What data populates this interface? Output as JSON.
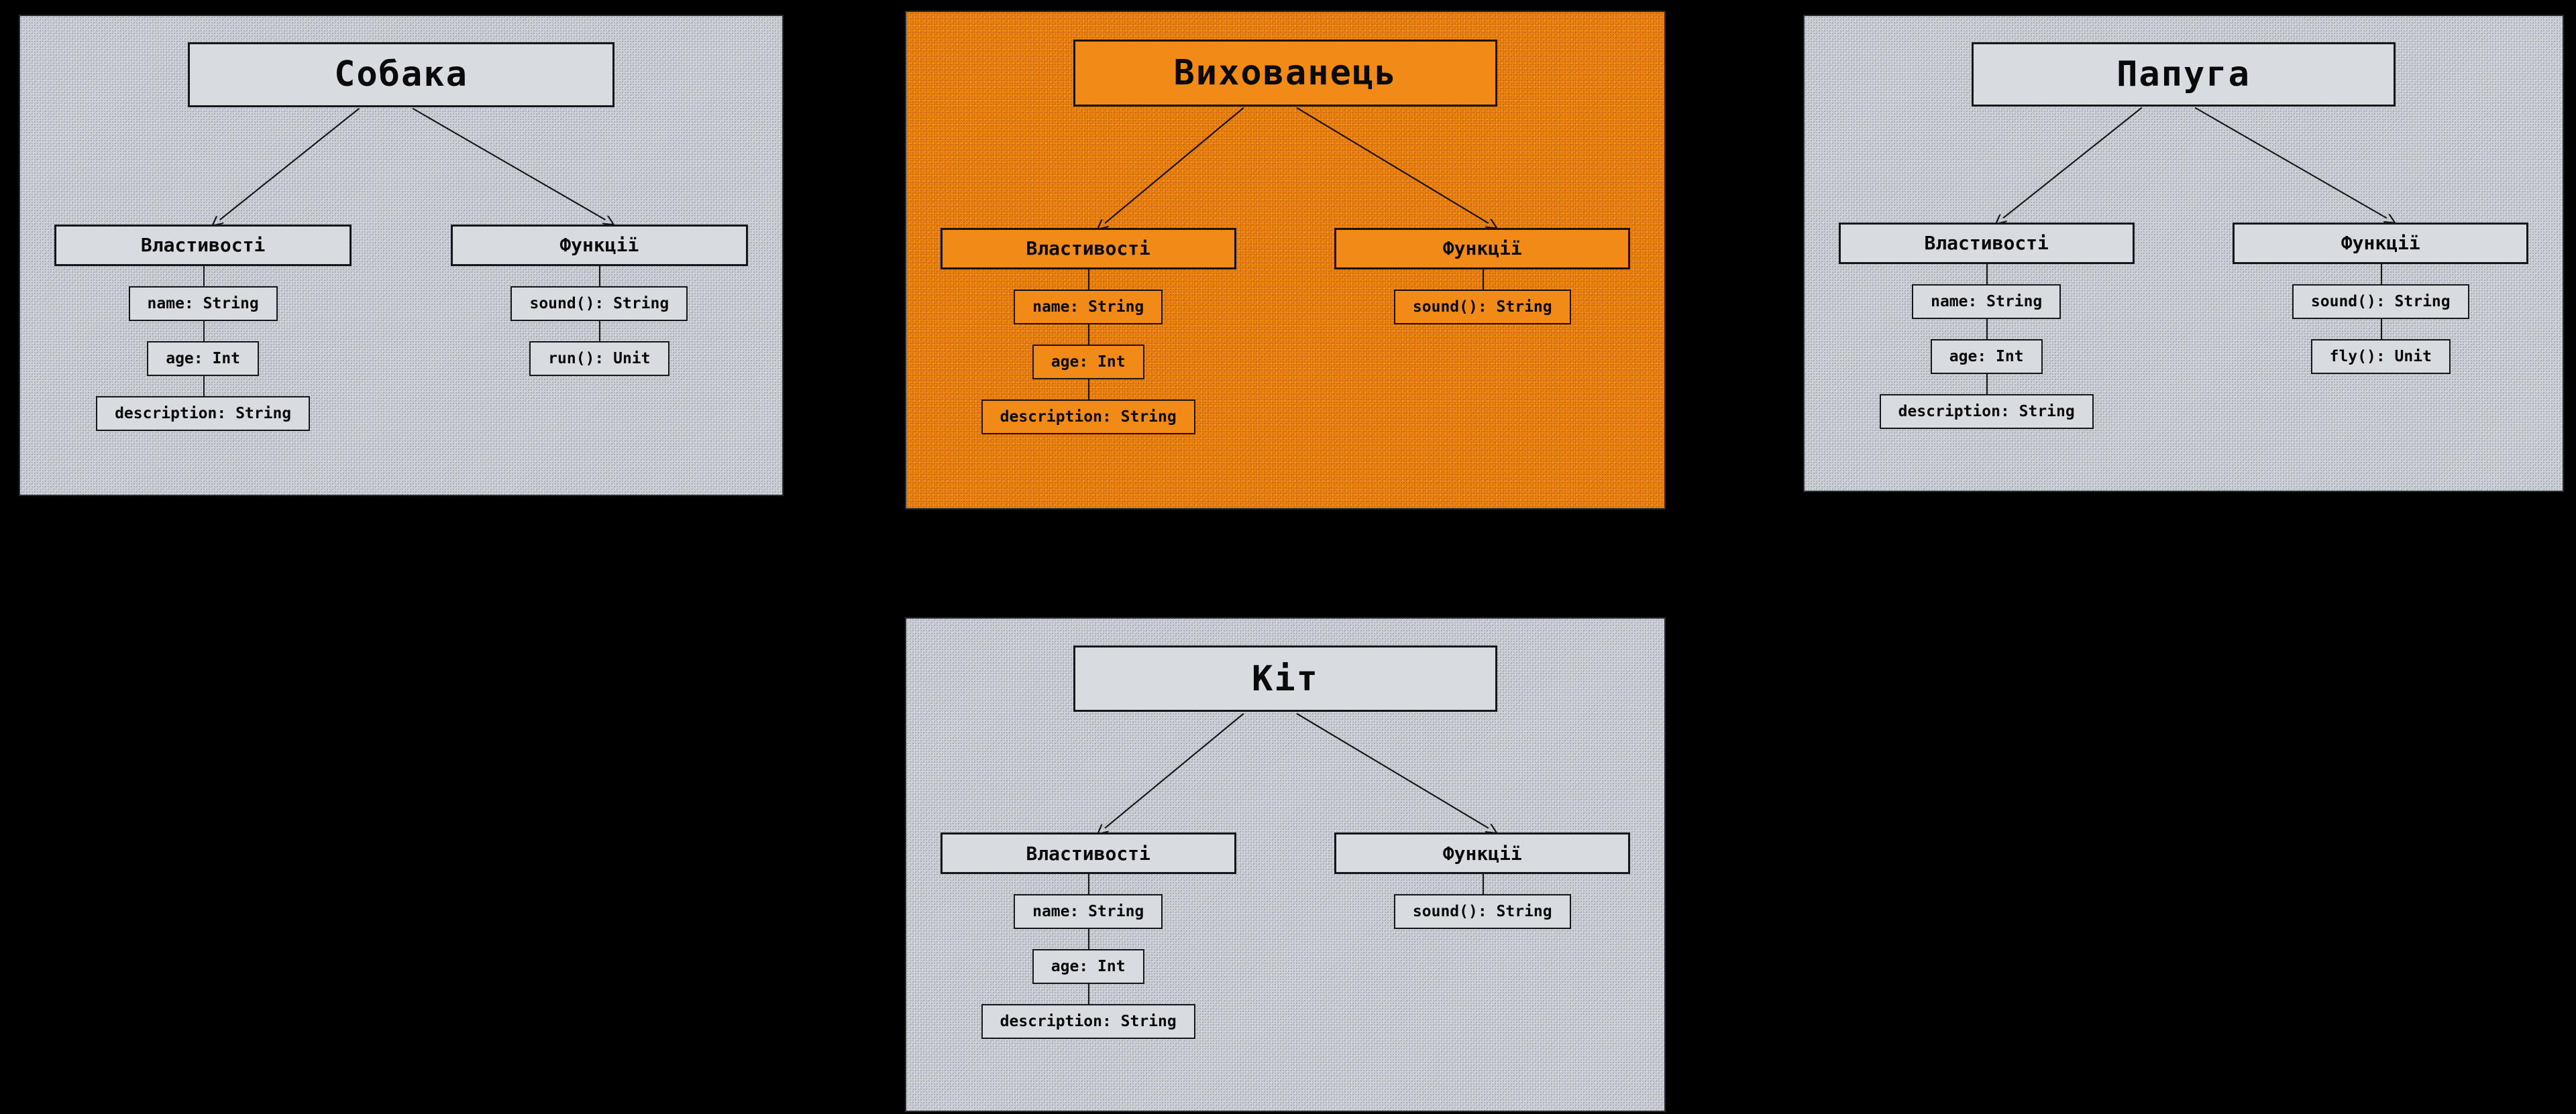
{
  "colors": {
    "page_background": "#000000",
    "panel_gray": "#ced3da",
    "panel_orange": "#f0820f",
    "box_border": "#15181b",
    "text": "#0a0a0a"
  },
  "panels": [
    {
      "title": "Собака",
      "theme": "gray",
      "properties_label": "Властивості",
      "functions_label": "Функції",
      "properties": [
        "name: String",
        "age: Int",
        "description: String"
      ],
      "functions": [
        "sound(): String",
        "run(): Unit"
      ]
    },
    {
      "title": "Вихованець",
      "theme": "orange",
      "properties_label": "Властивості",
      "functions_label": "Функції",
      "properties": [
        "name: String",
        "age: Int",
        "description: String"
      ],
      "functions": [
        "sound(): String"
      ]
    },
    {
      "title": "Папуга",
      "theme": "gray",
      "properties_label": "Властивості",
      "functions_label": "Функції",
      "properties": [
        "name: String",
        "age: Int",
        "description: String"
      ],
      "functions": [
        "sound(): String",
        "fly(): Unit"
      ]
    },
    {
      "title": "Кіт",
      "theme": "gray",
      "properties_label": "Властивості",
      "functions_label": "Функції",
      "properties": [
        "name: String",
        "age: Int",
        "description: String"
      ],
      "functions": [
        "sound(): String"
      ]
    }
  ]
}
